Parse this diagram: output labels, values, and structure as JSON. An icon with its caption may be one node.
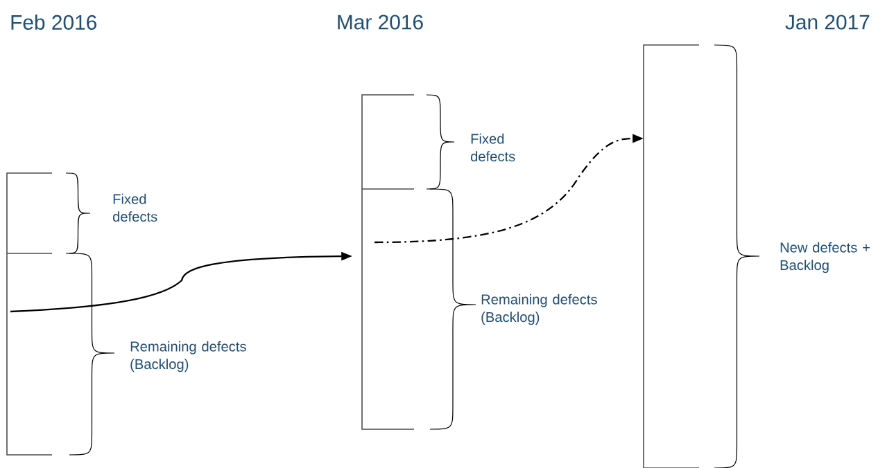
{
  "diagram": {
    "nodes": [
      {
        "text": [
          "Fixed defects"
        ]
      },
      {
        "text": [
          "Remaining defects (Backlog)"
        ]
      },
      {
        "text": [
          "Fixed defects"
        ]
      },
      {
        "text": [
          "Remaining defects (Backlog)"
        ]
      },
      {
        "text": [
          "New defects + Backlog"
        ]
      }
    ],
    "edges": [
      {
        "from": 1,
        "to": 3,
        "arrow": "to"
      },
      {
        "from": 3,
        "to": 4,
        "arrow": "to",
        "style": "dashed"
      }
    ],
    "labels": [
      "Feb 2016",
      "Mar 2016",
      "Jan 2017"
    ]
  }
}
